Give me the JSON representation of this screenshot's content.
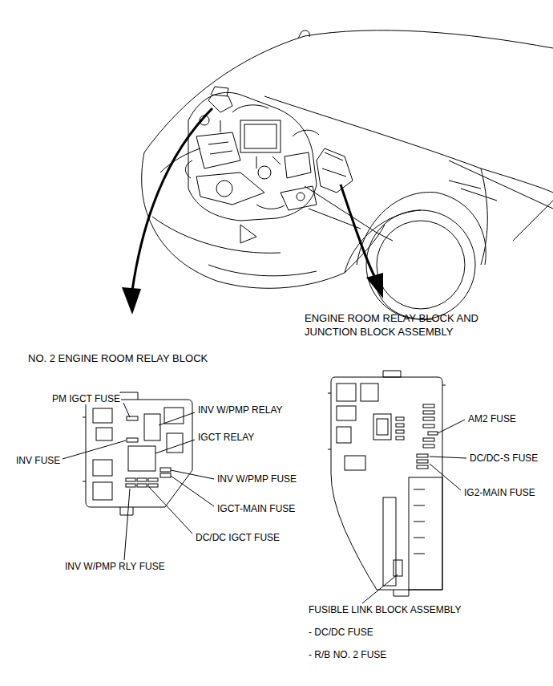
{
  "diagram": {
    "nodes": [
      {
        "text": [
          "NO. 2 ENGINE ROOM RELAY BLOCK"
        ]
      },
      {
        "text": [
          "ENGINE ROOM RELAY BLOCK AND JUNCTION BLOCK ASSEMBLY"
        ]
      }
    ],
    "edges": [],
    "labels": [
      "PM IGCT FUSE",
      "INV W/PMP RELAY",
      "IGCT RELAY",
      "INV FUSE",
      "INV W/PMP FUSE",
      "IGCT-MAIN FUSE",
      "DC/DC IGCT FUSE",
      "INV W/PMP RLY FUSE",
      "AM2 FUSE",
      "DC/DC-S FUSE",
      "IG2-MAIN FUSE",
      "FUSIBLE LINK BLOCK ASSEMBLY",
      "- DC/DC FUSE",
      "- R/B NO. 2 FUSE"
    ]
  }
}
